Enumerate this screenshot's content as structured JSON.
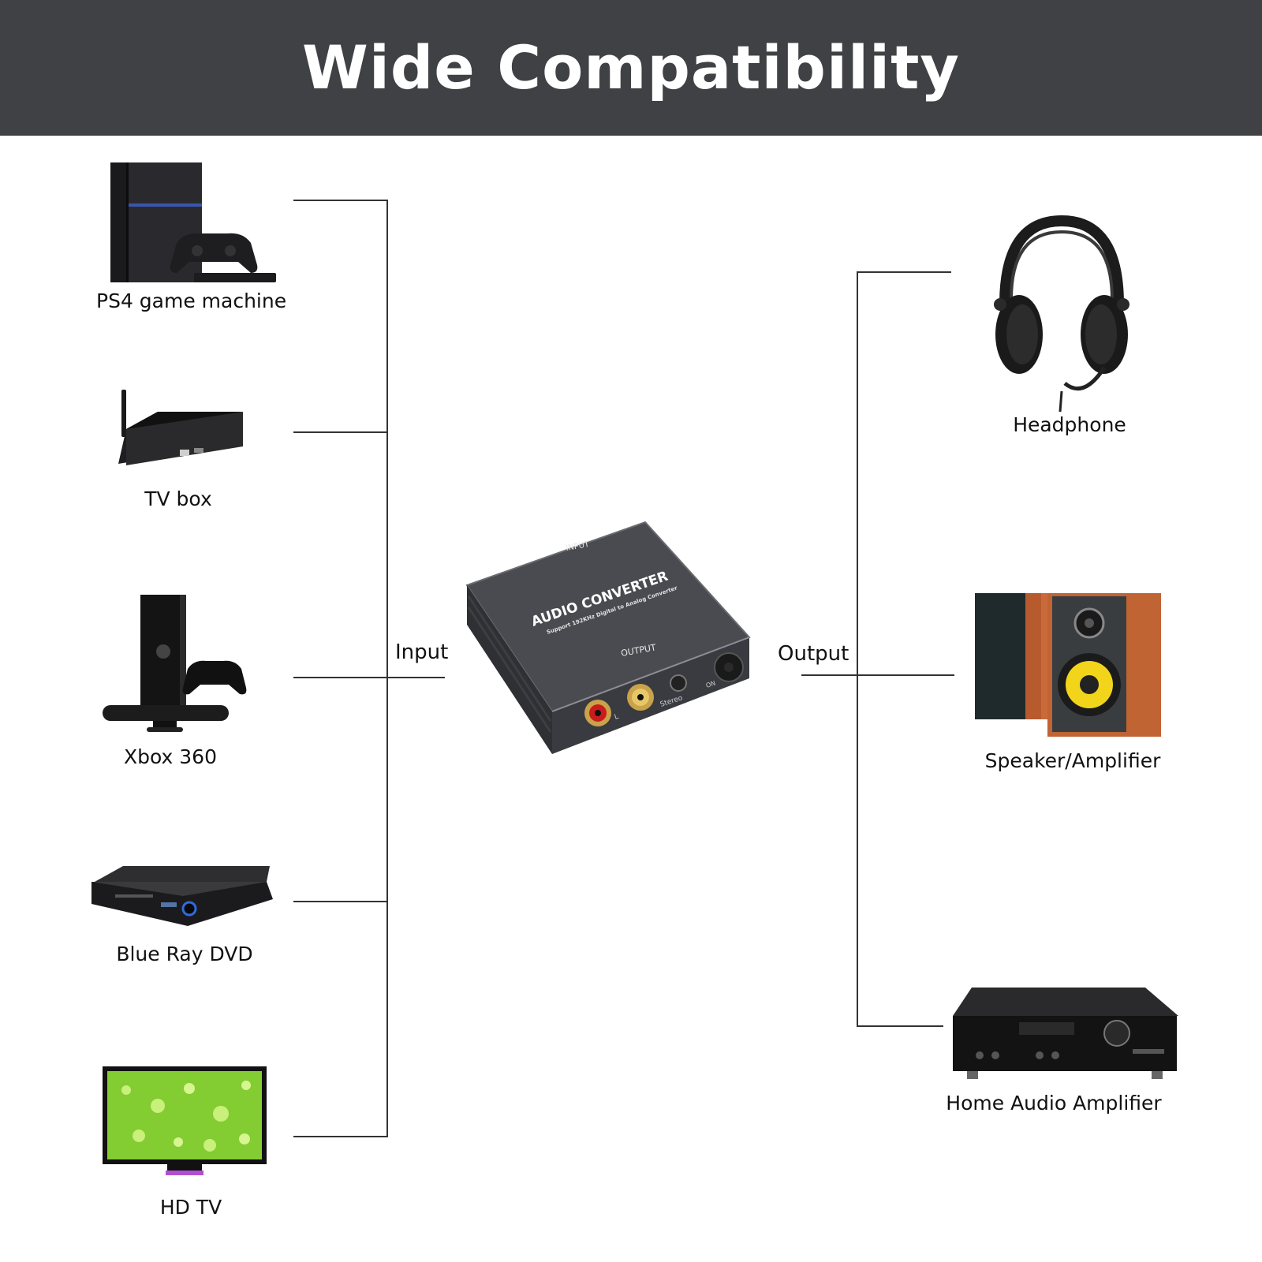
{
  "header": {
    "title": "Wide Compatibility",
    "background": "#404145",
    "text_color": "#ffffff"
  },
  "diagram": {
    "input_label": "Input",
    "output_label": "Output",
    "converter": {
      "icon": "audio-converter-icon",
      "top_label": "INPUT",
      "brand": "AUDIO CONVERTER",
      "subtitle": "Support 192KHz Digital to Analog Converter",
      "output_label": "OUTPUT",
      "stereo_label": "Stereo",
      "on_label": "ON",
      "l_label": "L"
    },
    "inputs": [
      {
        "label": "PS4 game machine",
        "icon": "ps4-console-icon"
      },
      {
        "label": "TV box",
        "icon": "tv-box-icon"
      },
      {
        "label": "Xbox 360",
        "icon": "xbox-360-icon"
      },
      {
        "label": "Blue Ray DVD",
        "icon": "blu-ray-player-icon"
      },
      {
        "label": "HD TV",
        "icon": "hd-tv-icon"
      }
    ],
    "outputs": [
      {
        "label": "Headphone",
        "icon": "headphone-icon"
      },
      {
        "label": "Speaker/Amplifier",
        "icon": "speaker-icon"
      },
      {
        "label": "Home Audio Amplifier",
        "icon": "av-receiver-icon"
      }
    ]
  }
}
